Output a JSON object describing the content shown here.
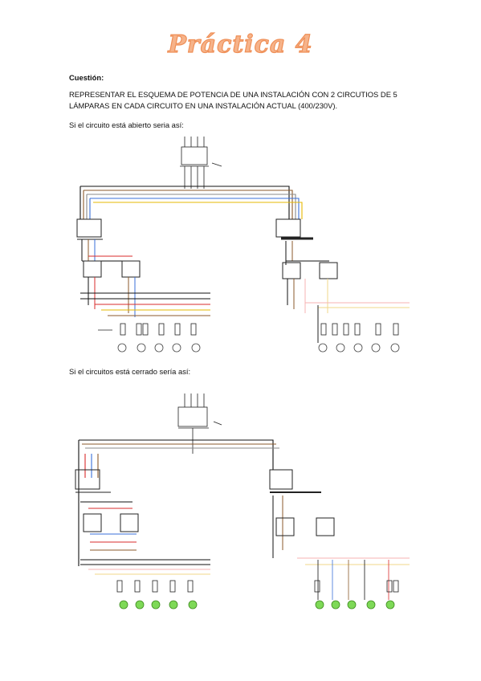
{
  "title": "Práctica 4",
  "question_label": "Cuestión:",
  "statement": "REPRESENTAR EL ESQUEMA DE POTENCIA DE UNA INSTALACIÓN CON 2 CIRCUTIOS DE 5 LÁMPARAS EN CADA CIRCUITO EN UNA INSTALACIÓN ACTUAL (400/230V).",
  "open_caption": "Si el circuito está abierto seria así:",
  "closed_caption": "Si el circuitos está cerrado sería así:",
  "colors": {
    "title": "#f6b38a",
    "lamp_on": "#7ed957",
    "phase1": "#8b5a2b",
    "phase2": "#111111",
    "phase3": "#888888",
    "neutral": "#3a6fd8",
    "earth": "#e6b800",
    "red": "#d92b2b"
  }
}
